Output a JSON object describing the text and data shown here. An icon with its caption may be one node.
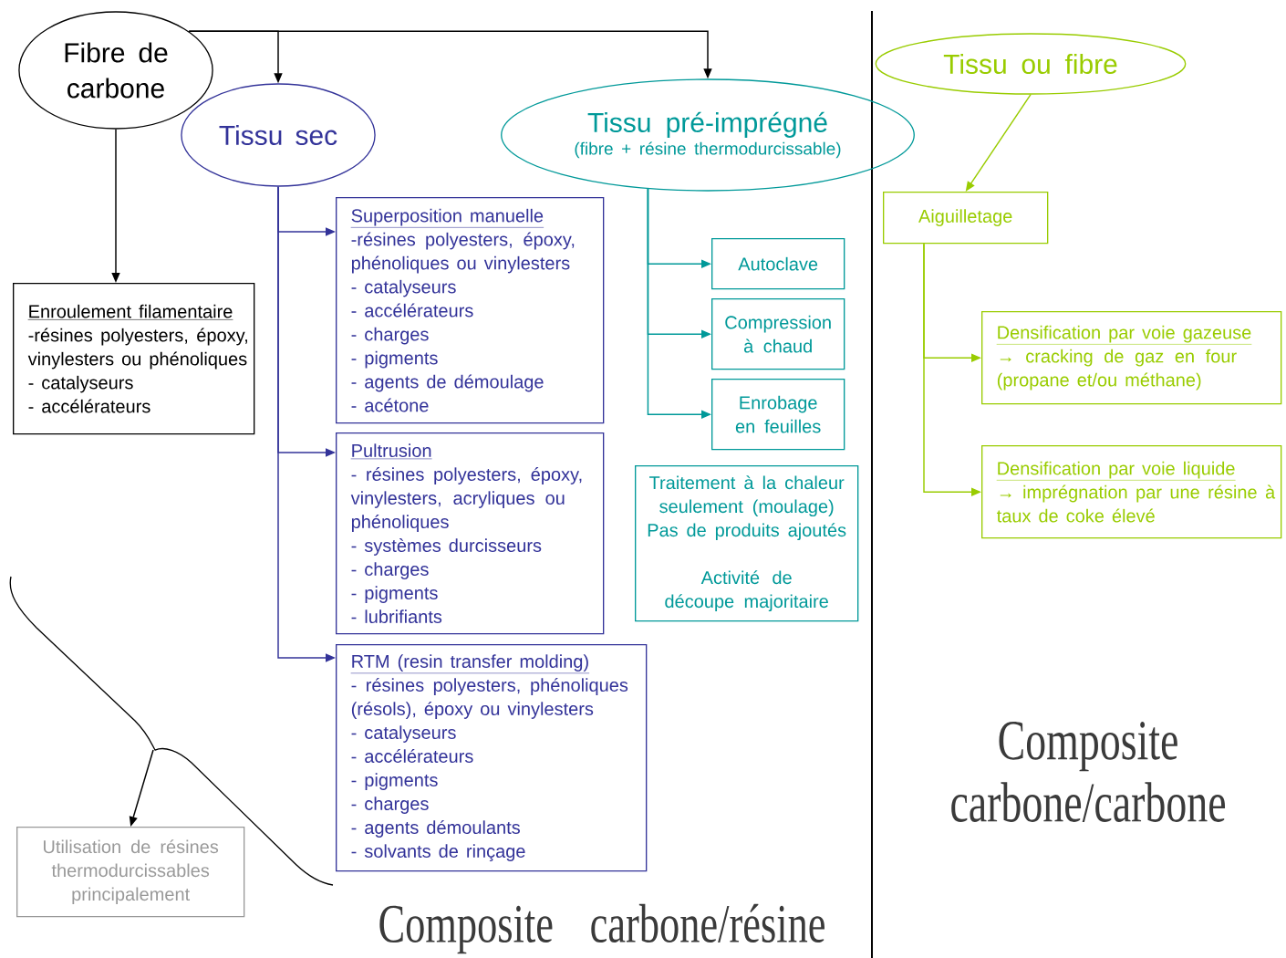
{
  "diagram": {
    "nodes": [
      {
        "text": [
          "Fibre de carbone"
        ]
      },
      {
        "text": [
          "Tissu sec"
        ]
      },
      {
        "text": [
          "Tissu pré-imprégné",
          "(fibre + résine thermodurcissable)"
        ]
      },
      {
        "text": [
          "Enroulement filamentaire",
          "-résines polyesters, époxy, vinylesters ou phénoliques",
          "- catalyseurs",
          "- accélérateurs"
        ]
      },
      {
        "text": [
          "Superposition manuelle",
          "-résines polyesters, époxy, phénoliques ou vinylesters",
          "- catalyseurs",
          "- accélérateurs",
          "- charges",
          "- pigments",
          "- agents de démoulage",
          "- acétone"
        ]
      },
      {
        "text": [
          "Pultrusion",
          "- résines polyesters, époxy, vinylesters, acryliques ou phénoliques",
          "- systèmes durcisseurs",
          "- charges",
          "- pigments",
          "- lubrifiants"
        ]
      },
      {
        "text": [
          "RTM (resin transfer molding)",
          "- résines polyesters, phénoliques (résols), époxy ou vinylesters",
          "- catalyseurs",
          "- accélérateurs",
          "- pigments",
          "- charges",
          "- agents démoulants",
          "- solvants de rinçage"
        ]
      },
      {
        "text": [
          "Autoclave"
        ]
      },
      {
        "text": [
          "Compression à chaud"
        ]
      },
      {
        "text": [
          "Enrobage en feuilles"
        ]
      },
      {
        "text": [
          "Traitement à la chaleur seulement (moulage)",
          "Pas de produits ajoutés",
          "Activité de découpe majoritaire"
        ]
      },
      {
        "text": [
          "Tissu ou fibre"
        ]
      },
      {
        "text": [
          "Aiguilletage"
        ]
      },
      {
        "text": [
          "Densification par voie gazeuse",
          "→ cracking de gaz en four (propane et/ou méthane)"
        ]
      },
      {
        "text": [
          "Densification par voie liquide",
          "→ imprégnation par une résine à taux de coke élevé"
        ]
      },
      {
        "text": [
          "Utilisation de résines thermodurcissables principalement"
        ]
      }
    ],
    "edges": [
      {
        "from": 0,
        "to": 1,
        "arrow": "to"
      },
      {
        "from": 0,
        "to": 2,
        "arrow": "to"
      },
      {
        "from": 0,
        "to": 3,
        "arrow": "to"
      },
      {
        "from": 1,
        "to": 4,
        "arrow": "to",
        "color": "#333399"
      },
      {
        "from": 1,
        "to": 5,
        "arrow": "to",
        "color": "#333399"
      },
      {
        "from": 1,
        "to": 6,
        "arrow": "to",
        "color": "#333399"
      },
      {
        "from": 2,
        "to": 7,
        "arrow": "to",
        "color": "#009999"
      },
      {
        "from": 2,
        "to": 8,
        "arrow": "to",
        "color": "#009999"
      },
      {
        "from": 2,
        "to": 9,
        "arrow": "to",
        "color": "#009999"
      },
      {
        "from": 11,
        "to": 12,
        "arrow": "to",
        "color": "#99cc00"
      },
      {
        "from": 12,
        "to": 13,
        "arrow": "to",
        "color": "#99cc00"
      },
      {
        "from": 12,
        "to": 14,
        "arrow": "to",
        "color": "#99cc00"
      },
      {
        "from": null,
        "to": 15,
        "arrow": "to"
      }
    ],
    "labels": [
      "Composite carbone/résine",
      "Composite carbone/carbone"
    ]
  }
}
